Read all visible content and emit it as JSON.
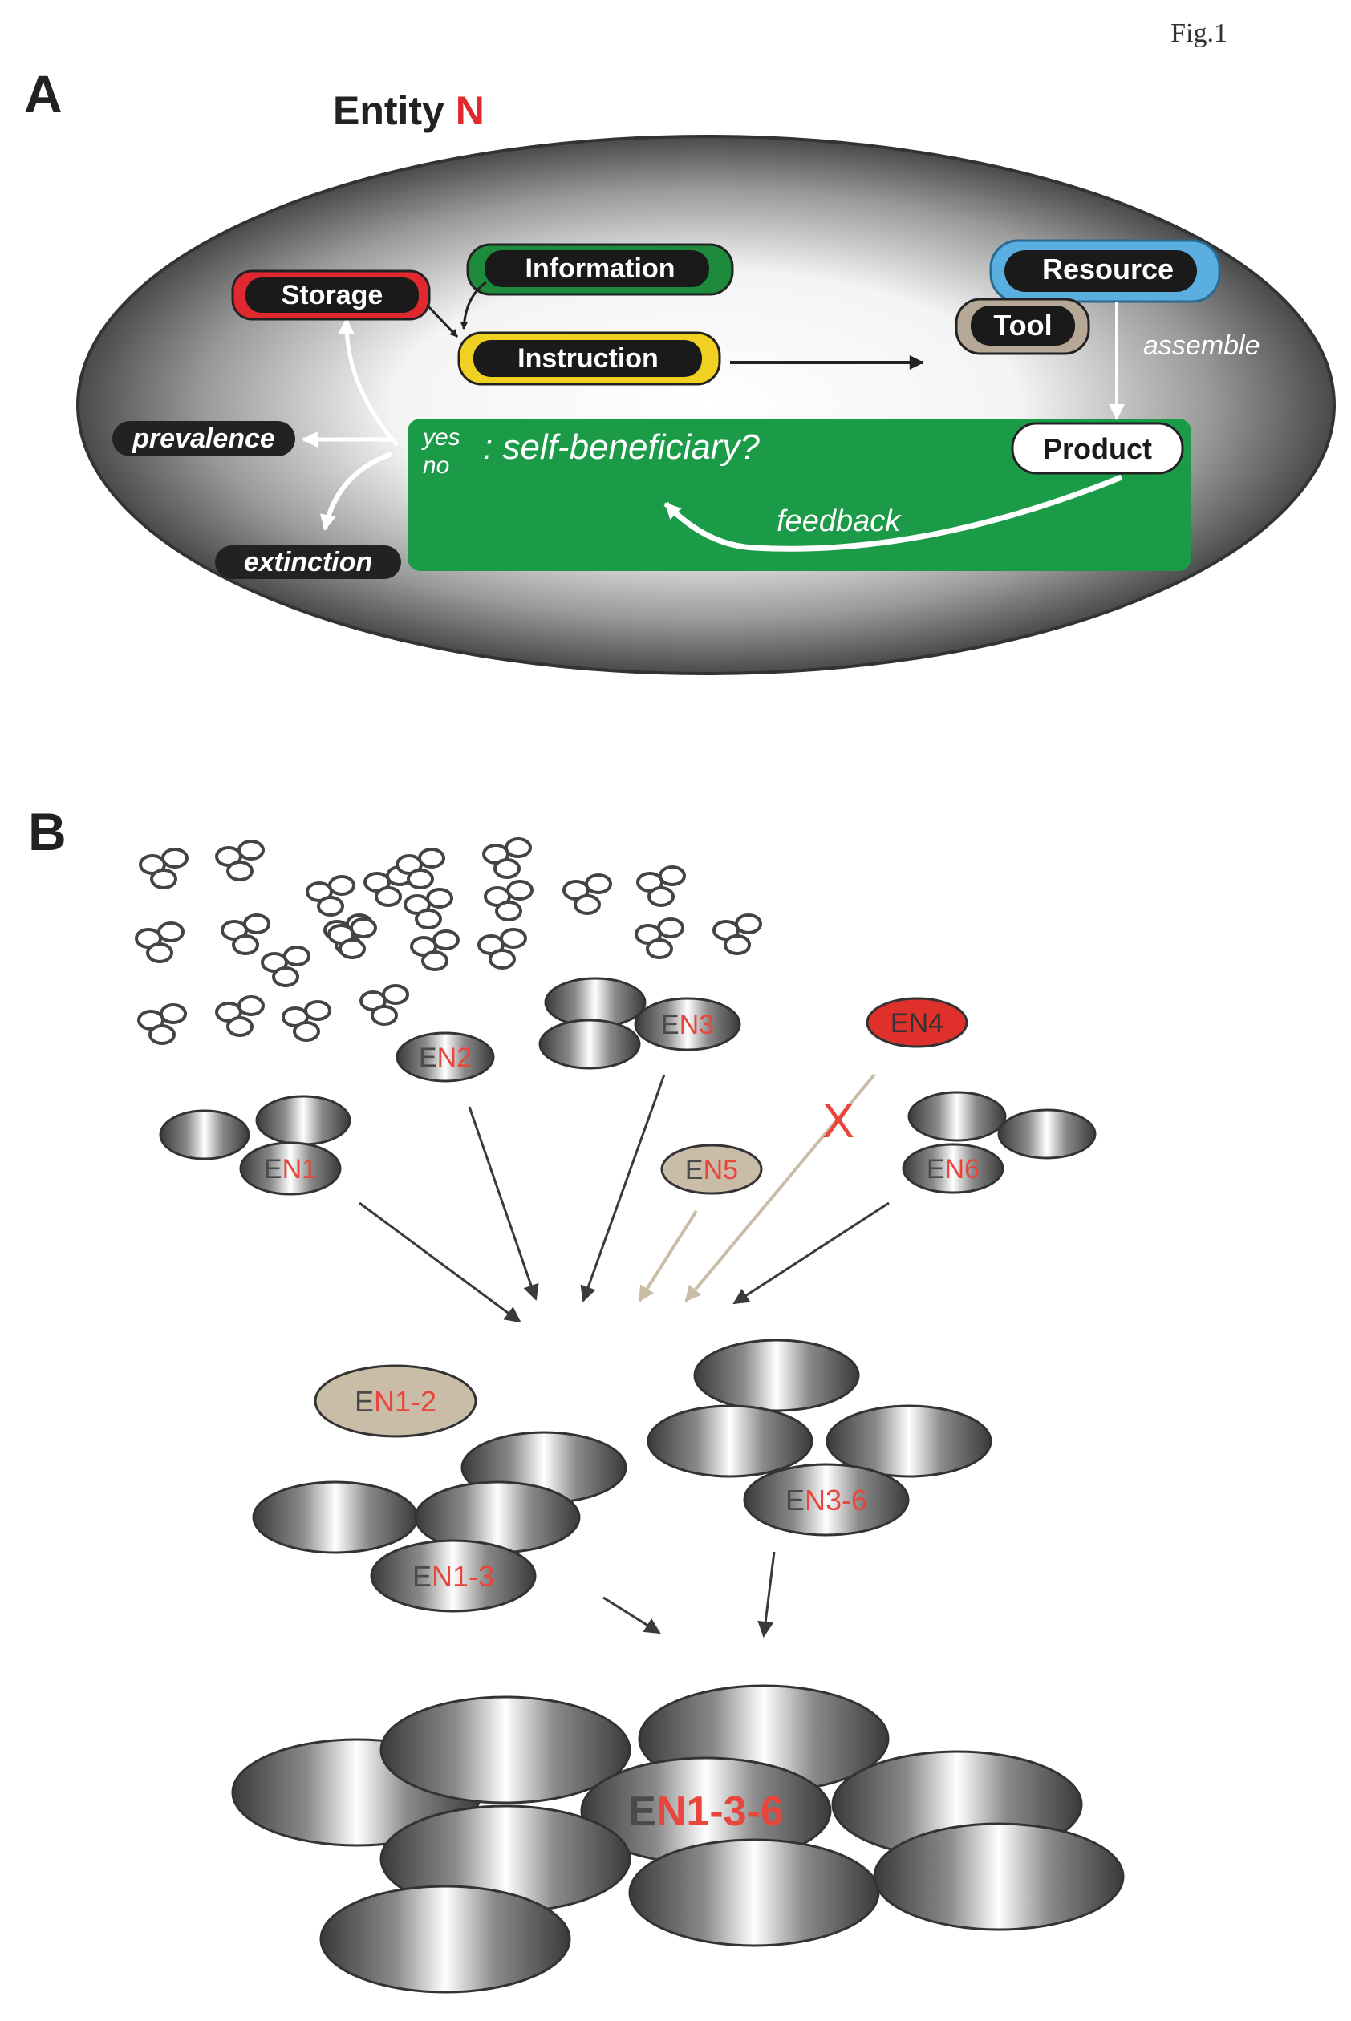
{
  "figure_label": "Fig.1",
  "panel_a": {
    "label": "A",
    "title_main": "Entity ",
    "title_accent": "N",
    "nodes": {
      "storage": "Storage",
      "information": "Information",
      "instruction": "Instruction",
      "resource": "Resource",
      "tool": "Tool",
      "product": "Product"
    },
    "labels": {
      "assemble": "assemble",
      "prevalence": "prevalence",
      "extinction": "extinction",
      "yes": "yes",
      "no": "no",
      "question": ": self-beneficiary?",
      "feedback": "feedback"
    },
    "colors": {
      "storage_ring": "#e0282e",
      "information_ring": "#1e8a3c",
      "instruction_ring": "#f0d020",
      "resource_ring": "#5aaee0",
      "tool_ring": "#b5a896",
      "green_box": "#1b9a48"
    }
  },
  "panel_b": {
    "label": "B",
    "entities": {
      "en1": {
        "pre": "E",
        "post": "N1"
      },
      "en2": {
        "pre": "E",
        "post": "N2"
      },
      "en3": {
        "pre": "E",
        "post": "N3"
      },
      "en4": {
        "pre": "",
        "post": "EN4"
      },
      "en5": {
        "pre": "E",
        "post": "N5"
      },
      "en6": {
        "pre": "E",
        "post": "N6"
      },
      "en1_2": {
        "pre": "E",
        "post": "N1-2"
      },
      "en1_3": {
        "pre": "E",
        "post": "N1-3"
      },
      "en3_6": {
        "pre": "E",
        "post": "N3-6"
      },
      "en1_3_6": {
        "pre": "E",
        "post": "N1-3-6"
      }
    },
    "cross_mark": "X",
    "colors": {
      "accent_red": "#e8453c",
      "en4_fill": "#e0302c",
      "beige_fill": "#c9bda8"
    }
  }
}
